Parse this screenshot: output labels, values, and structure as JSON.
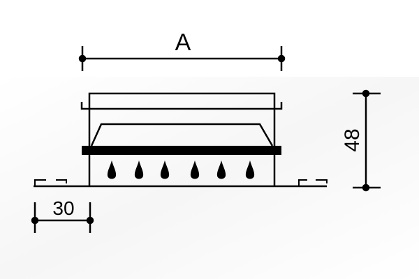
{
  "dimensions": {
    "width_label": "A",
    "height_label": "48",
    "flange_label": "30"
  },
  "burner": {
    "flame_count": 6
  },
  "colors": {
    "stroke": "#000000",
    "background": "#ffffff"
  }
}
